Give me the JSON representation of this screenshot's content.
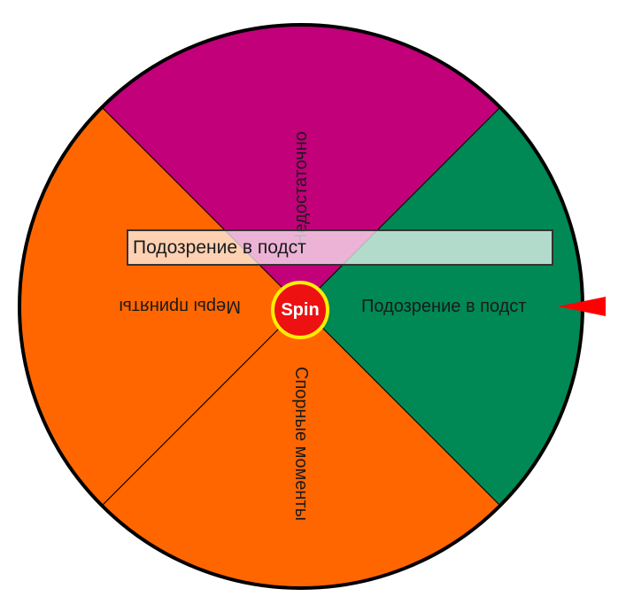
{
  "wheel": {
    "segments": [
      {
        "label": "Подозрение в подст",
        "color": "#008855"
      },
      {
        "label": "Спорные моменты",
        "color": "#ff6600"
      },
      {
        "label": "Меры приняты",
        "color": "#ff6600"
      },
      {
        "label": "Недостаточно",
        "color": "#c1007a"
      }
    ],
    "rim_color": "#000000",
    "pointer_color": "#ff0000"
  },
  "result": {
    "text": "Подозрение в подст"
  },
  "spin_button": {
    "label": "Spin",
    "color": "#ee1111",
    "ring_color": "#ffee00"
  }
}
